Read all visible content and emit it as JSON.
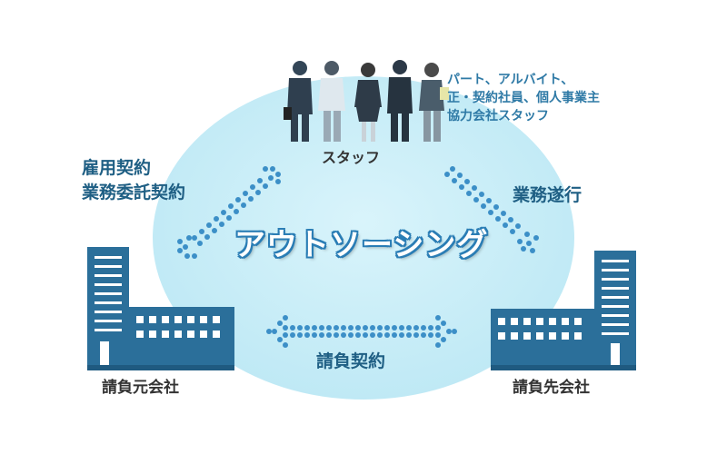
{
  "staff": {
    "title": "スタッフ",
    "description": [
      "パート、アルバイト、",
      "正・契約社員、個人事業主",
      "協力会社スタッフ"
    ]
  },
  "left_contract": [
    "雇用契約",
    "業務委託契約"
  ],
  "performance": "業務遂行",
  "center_title": "アウトソーシング",
  "bottom_contract": "請負契約",
  "client": "請負元会社",
  "contractor": "請負先会社",
  "colors": {
    "ellipse": "#c9eef7",
    "building": "#2b6f9a",
    "arrow": "#3c8fc7",
    "title_outline": "#2a7db5",
    "label": "#1f5f84"
  },
  "icons": [
    "staff-people-icon",
    "client-building-icon",
    "contractor-building-icon"
  ]
}
